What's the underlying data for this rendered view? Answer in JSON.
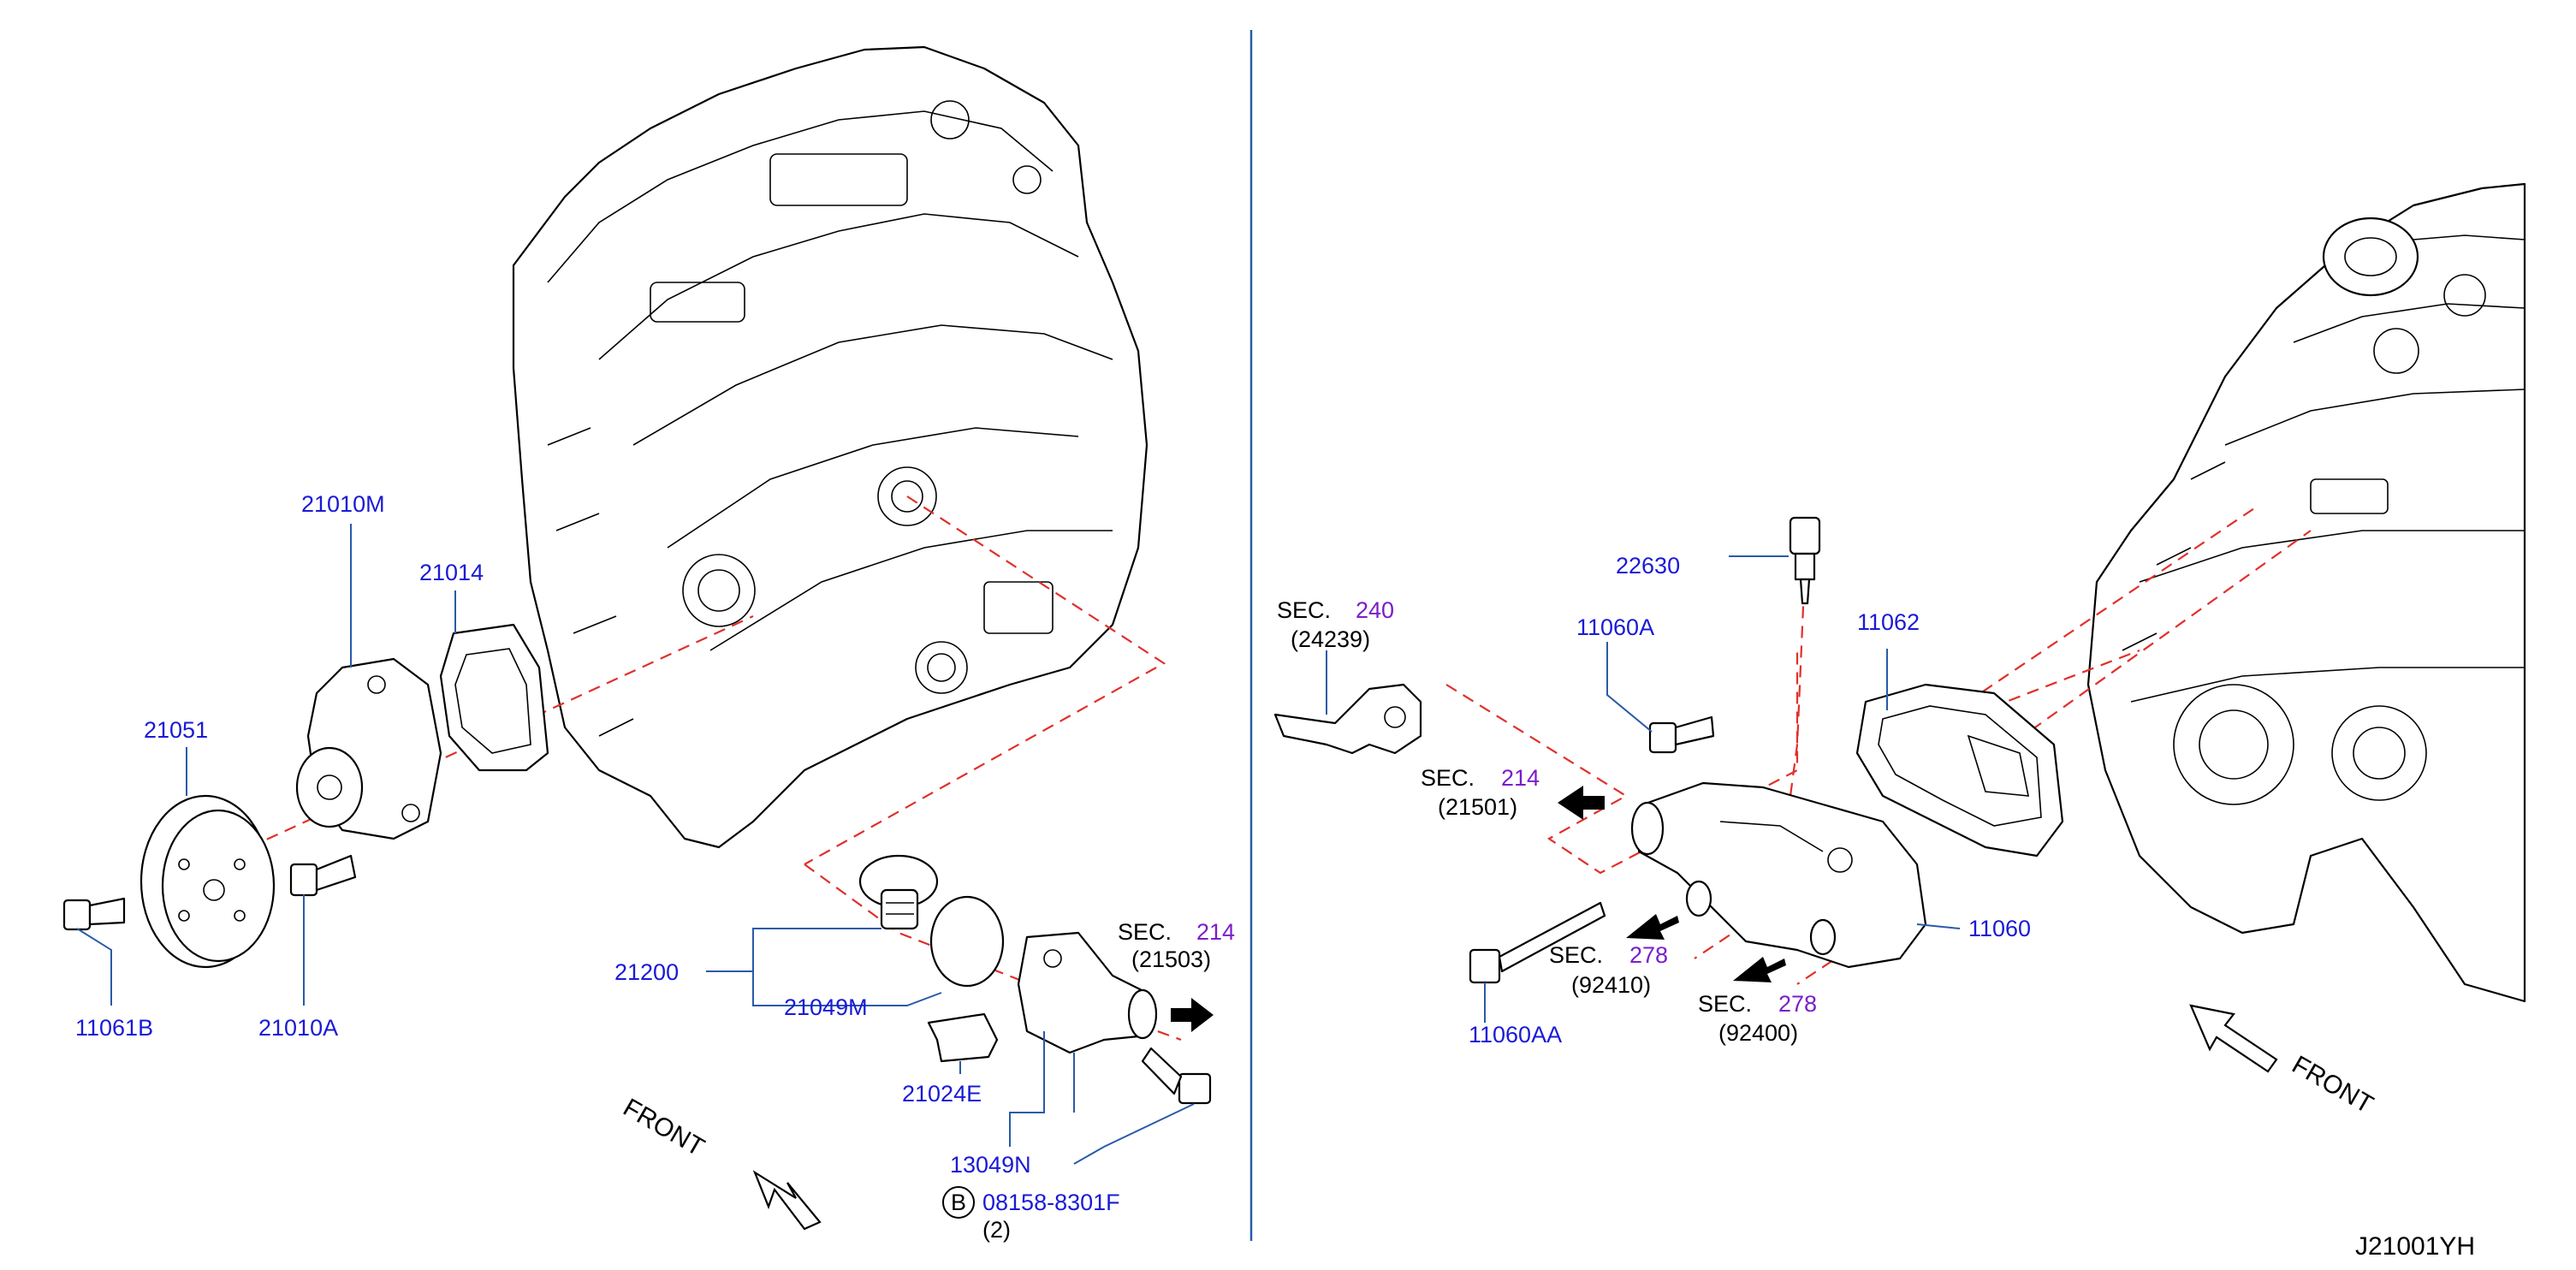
{
  "colors": {
    "part_number": "#1a1ad6",
    "section_number": "#7a1ec8",
    "text": "#000000",
    "dashed_line": "#e0302a",
    "leader_line": "#2a5aa8",
    "divider": "#2a5aa8"
  },
  "left_panel": {
    "part_21010M": "21010M",
    "part_21014": "21014",
    "part_21051": "21051",
    "part_11061B": "11061B",
    "part_21010A": "21010A",
    "part_21200": "21200",
    "part_21049M": "21049M",
    "part_21024E": "21024E",
    "part_13049N": "13049N",
    "part_08158": "08158-8301F",
    "bolt_marker": "B",
    "bolt_qty": "(2)",
    "sec_label": "SEC.",
    "sec_num": "214",
    "sec_ref": "(21503)",
    "front_label": "FRONT"
  },
  "right_panel": {
    "sec240_label": "SEC.",
    "sec240_num": "240",
    "sec240_ref": "(24239)",
    "part_22630": "22630",
    "part_11060A": "11060A",
    "part_11062": "11062",
    "sec214_label": "SEC.",
    "sec214_num": "214",
    "sec214_ref": "(21501)",
    "sec278a_label": "SEC.",
    "sec278a_num": "278",
    "sec278a_ref": "(92410)",
    "sec278b_label": "SEC.",
    "sec278b_num": "278",
    "sec278b_ref": "(92400)",
    "part_11060": "11060",
    "part_11060AA": "11060AA",
    "front_label": "FRONT"
  },
  "diagram_code": "J21001YH"
}
